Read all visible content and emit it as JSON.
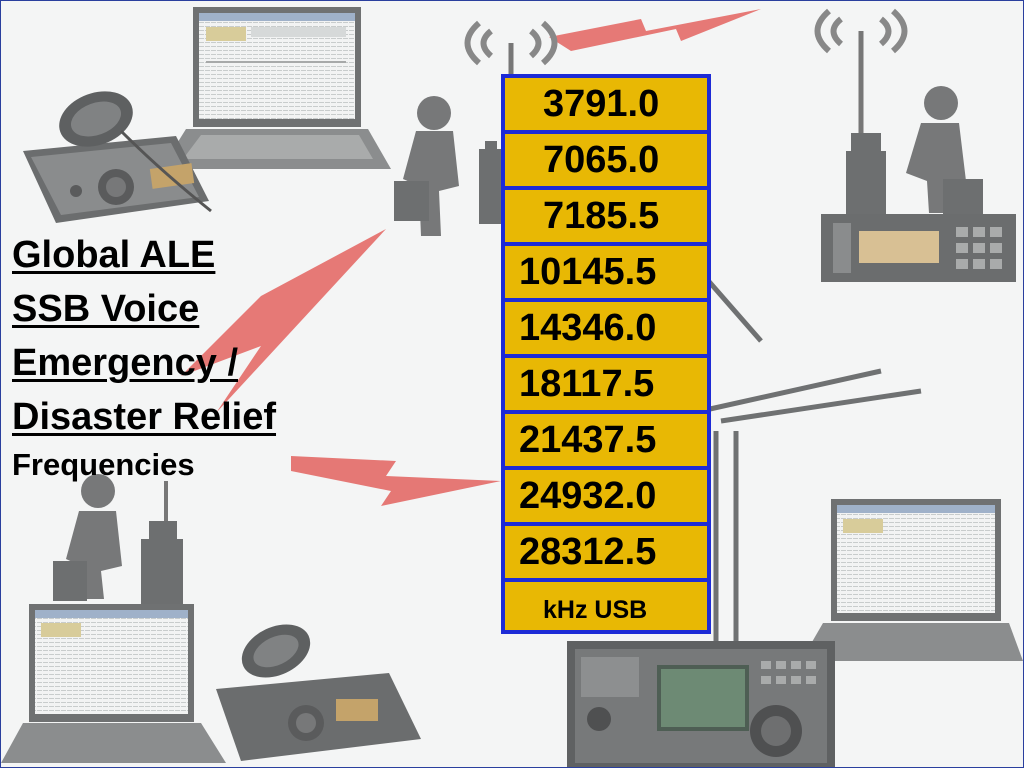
{
  "title": {
    "lines": [
      "Global ALE",
      "SSB Voice",
      "Emergency /",
      "Disaster Relief"
    ],
    "subtitle": "Frequencies"
  },
  "frequencies": [
    {
      "value": "3791.0",
      "style": "short"
    },
    {
      "value": "7065.0",
      "style": "short"
    },
    {
      "value": "7185.5",
      "style": "short"
    },
    {
      "value": "10145.5",
      "style": "long"
    },
    {
      "value": "14346.0",
      "style": "long"
    },
    {
      "value": "18117.5",
      "style": "long"
    },
    {
      "value": "21437.5",
      "style": "long"
    },
    {
      "value": "24932.0",
      "style": "long"
    },
    {
      "value": "28312.5",
      "style": "long"
    }
  ],
  "unit": "kHz USB",
  "colors": {
    "cell_fill": "#e8b804",
    "cell_border": "#1d2bd6",
    "lightning": "#e3635f",
    "illustration": "#7a7a7a",
    "frame": "#2a3f9e"
  },
  "illustration_icons": [
    "laptop-icon",
    "radio-transceiver-icon",
    "operator-person-icon",
    "antenna-icon",
    "lightning-bolt-icon",
    "antenna-tower-icon"
  ]
}
